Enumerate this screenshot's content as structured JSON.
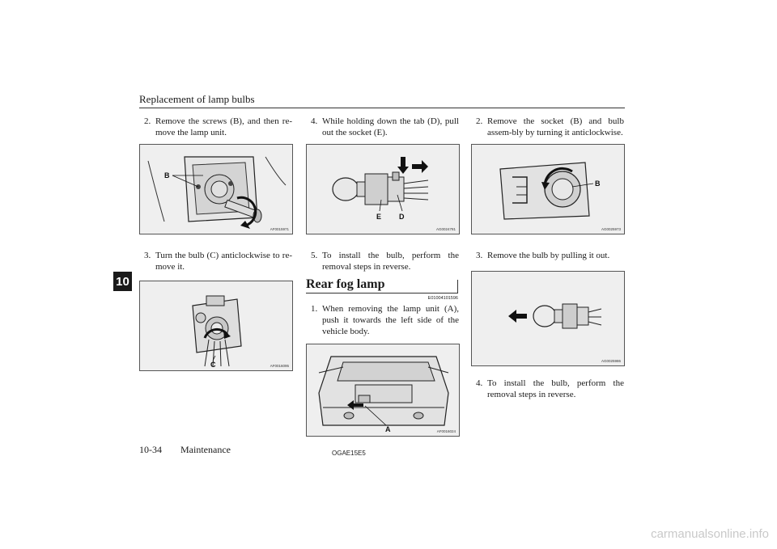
{
  "header": {
    "title": "Replacement of lamp bulbs"
  },
  "chapter_tab": "10",
  "column1": {
    "step2": {
      "num": "2.",
      "text": "Remove the screws (B), and then re-move the lamp unit."
    },
    "figure1": {
      "code": "AF0015971",
      "label": "B"
    },
    "step3": {
      "num": "3.",
      "text": "Turn the bulb (C) anticlockwise to re-move it."
    },
    "figure2": {
      "code": "AF0016095",
      "label": "C"
    }
  },
  "column2": {
    "step4": {
      "num": "4.",
      "text": "While holding down the tab (D), pull out the socket (E)."
    },
    "figure3": {
      "code": "AG0024781",
      "label_e": "E",
      "label_d": "D"
    },
    "step5": {
      "num": "5.",
      "text": "To install the bulb, perform the removal steps in reverse."
    },
    "section": {
      "title": "Rear fog lamp",
      "code": "E01004101596"
    },
    "step1": {
      "num": "1.",
      "text": "When removing the lamp unit (A), push it towards the left side of the vehicle body."
    },
    "figure4": {
      "code": "AF0016024",
      "label": "A"
    }
  },
  "column3": {
    "step2": {
      "num": "2.",
      "text": "Remove the socket (B) and bulb assem-bly by turning it anticlockwise."
    },
    "figure5": {
      "code": "AG0025973",
      "label": "B"
    },
    "step3": {
      "num": "3.",
      "text": "Remove the bulb by pulling it out."
    },
    "figure6": {
      "code": "AG0025986"
    },
    "step4": {
      "num": "4.",
      "text": "To install the bulb, perform the removal steps in reverse."
    }
  },
  "footer": {
    "page": "10-34",
    "section": "Maintenance",
    "code": "OGAE15E5"
  },
  "watermark": "carmanualsonline.info"
}
